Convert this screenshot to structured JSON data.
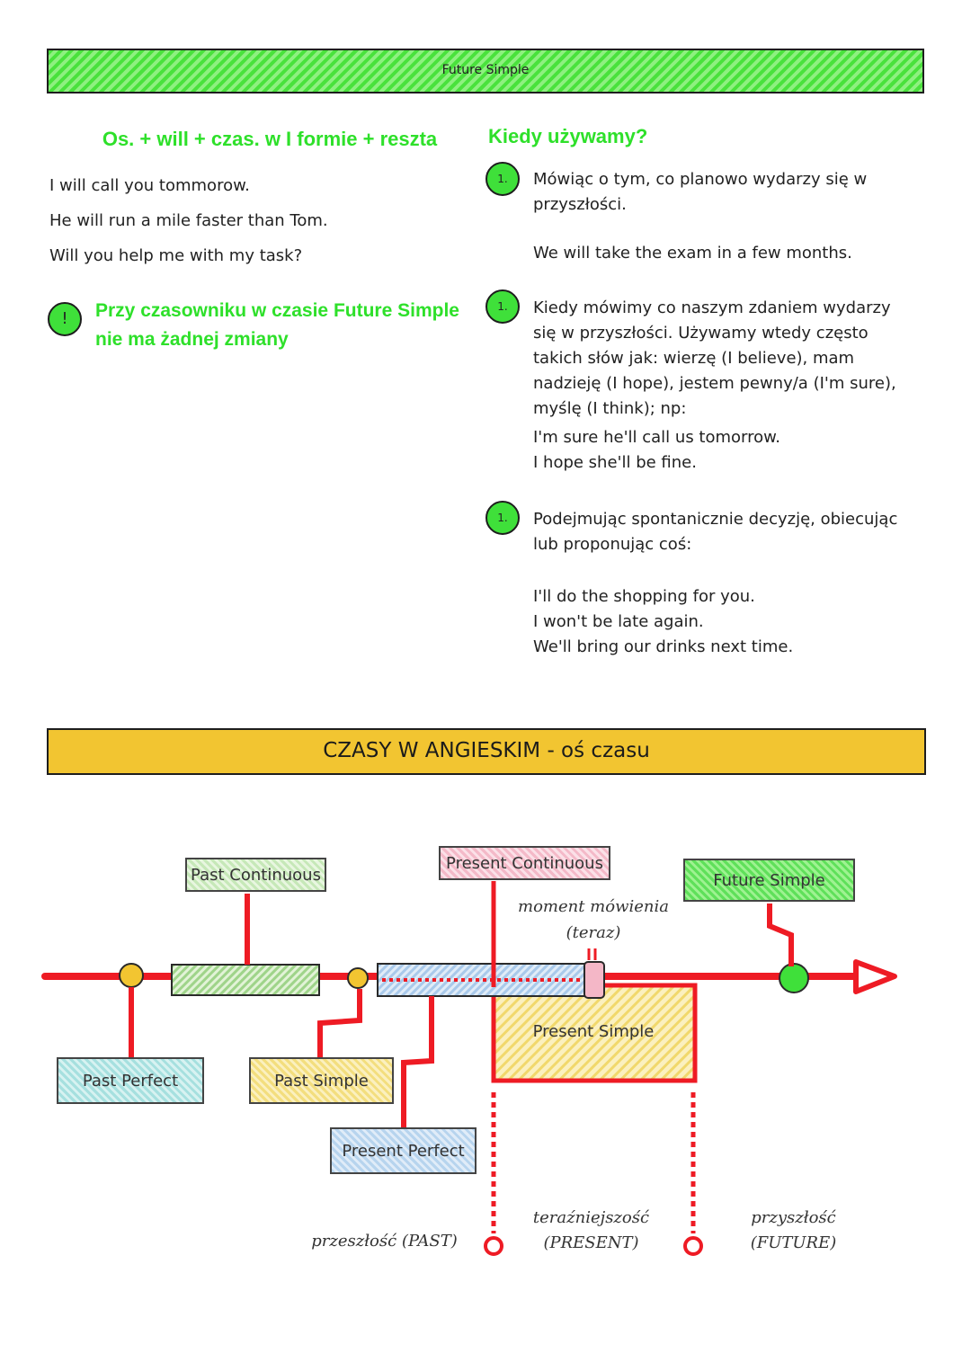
{
  "header": {
    "title": "Future Simple"
  },
  "left": {
    "formula": "Os. + will + czas. w I formie + reszta",
    "examples": [
      "I will call you tommorow.",
      "He will run a mile faster than Tom.",
      "Will you help me with my task?"
    ],
    "note_icon": "!",
    "note": "Przy czasowniku w czasie Future Simple nie ma żadnej zmiany"
  },
  "right": {
    "heading": "Kiedy używamy?",
    "items": [
      {
        "num": "1.",
        "text": "Mówiąc o tym, co planowo wydarzy się w przyszłości.",
        "examples": [
          "We will take the exam in a few months."
        ]
      },
      {
        "num": "1.",
        "text": "Kiedy mówimy co naszym zdaniem wydarzy się w przyszłości. Używamy wtedy często takich słów jak: wierzę (I believe), mam nadzieję (I hope), jestem pewny/a (I'm sure), myślę (I think); np:",
        "examples": [
          "I'm sure he'll call us tomorrow.",
          "I hope she'll be fine."
        ]
      },
      {
        "num": "1.",
        "text": "Podejmując spontanicznie decyzję, obiecując lub proponując coś:",
        "examples": [
          "I'll do the shopping for you.",
          "I won't be late again.",
          "We'll bring our drinks next time."
        ]
      }
    ]
  },
  "section2": {
    "title": "CZASY W ANGIESKIM - oś czasu"
  },
  "timeline": {
    "labels": {
      "past_continuous": "Past Continuous",
      "present_continuous": "Present Continuous",
      "future_simple": "Future Simple",
      "past_perfect": "Past Perfect",
      "past_simple": "Past Simple",
      "present_perfect": "Present Perfect",
      "present_simple": "Present Simple"
    },
    "moment_line1": "moment mówienia",
    "moment_line2": "(teraz)",
    "past": "przeszłość (PAST)",
    "present_line1": "teraźniejszość",
    "present_line2": "(PRESENT)",
    "future_line1": "przyszłość",
    "future_line2": "(FUTURE)"
  },
  "colors": {
    "green_accent": "#2ee02a",
    "gold_banner": "#f2c531",
    "timeline_red": "#ee1b24"
  }
}
